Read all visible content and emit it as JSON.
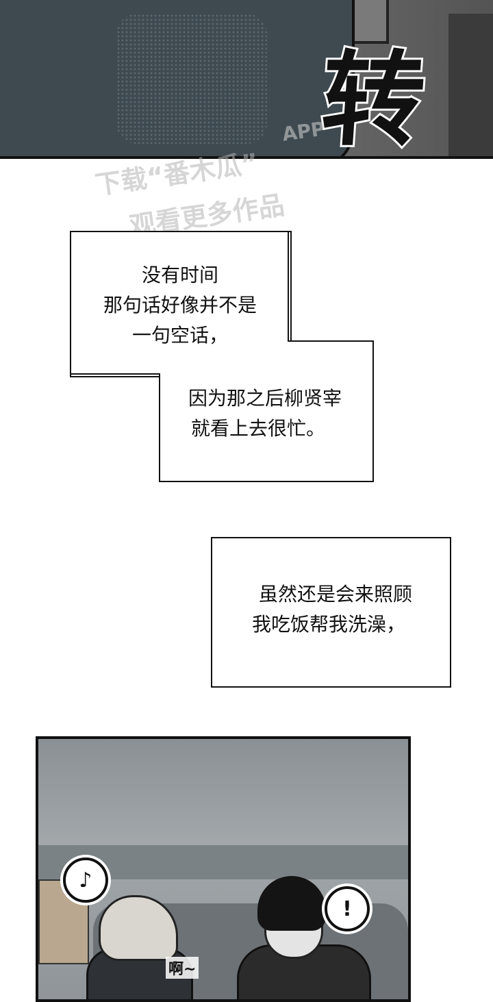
{
  "top_panel": {
    "sound_effect": "转"
  },
  "watermark": {
    "line1": "下载“番木瓜”",
    "app": "APP",
    "line2": "观看更多作品"
  },
  "narration": {
    "box1": [
      "没有时间",
      "那句话好像并不是",
      "一句空话，"
    ],
    "box2": [
      "因为那之后柳贤宰",
      "就看上去很忙。"
    ],
    "box3": [
      "虽然还是会来照顾",
      "我吃饭帮我洗澡，"
    ]
  },
  "bottom_panel": {
    "bubble_left": "♪",
    "bubble_right": "!",
    "dialog": "啊~"
  }
}
